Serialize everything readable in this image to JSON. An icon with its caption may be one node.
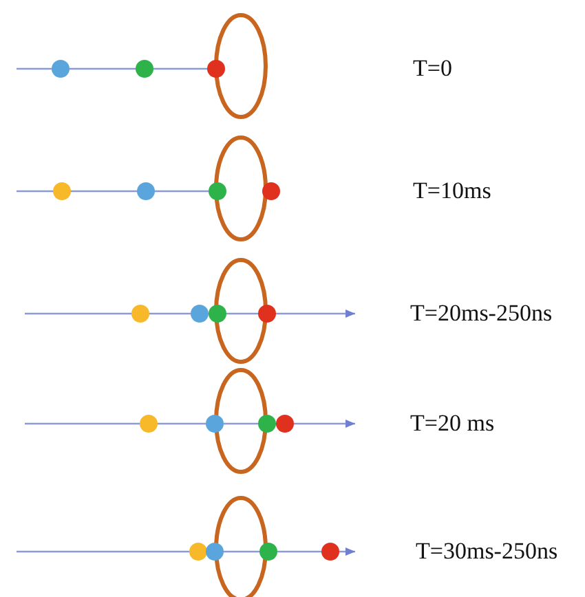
{
  "diagram": {
    "labels": [
      "T=0",
      "T=10ms",
      "T=20ms-250ns",
      "T=20 ms",
      "T=30ms-250ns"
    ]
  }
}
